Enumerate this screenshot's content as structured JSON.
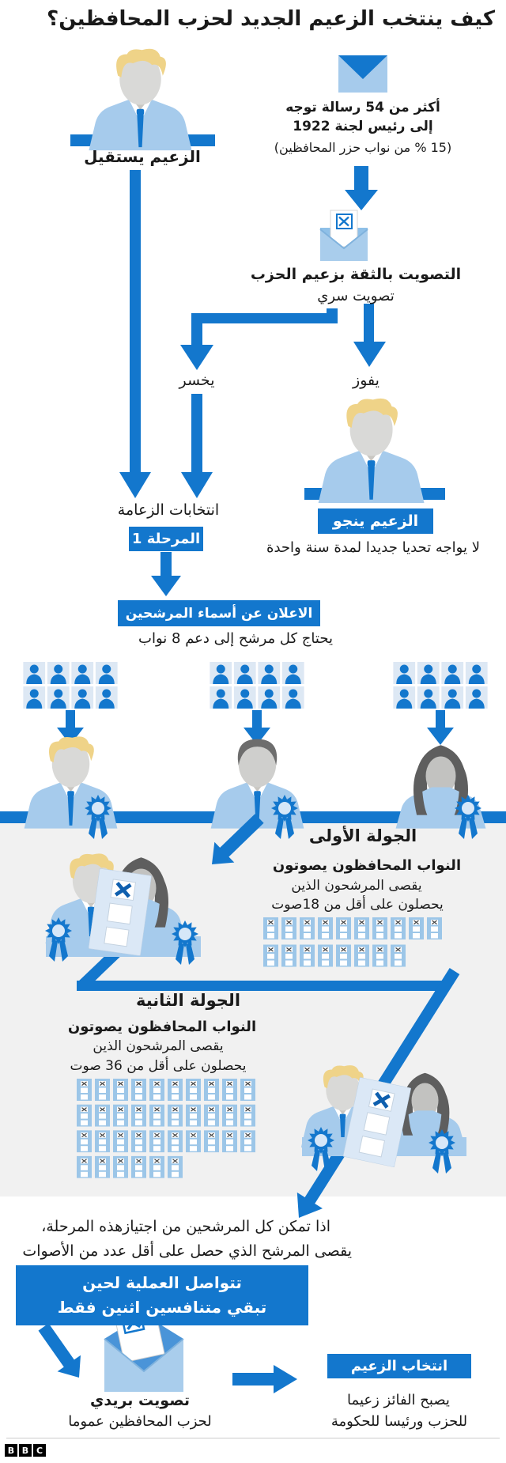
{
  "title": "كيف ينتخب الزعيم الجديد لحزب المحافظين؟",
  "leader_resigns": {
    "label": "الزعيم يستقيل"
  },
  "letters": {
    "line1": "أكثر من 54 رسالة توجه",
    "line2": "إلى رئيس لجنة 1922",
    "line3": "(15 % من نواب حزر المحافظين)"
  },
  "confidence": {
    "title": "التصويت بالثقة بزعيم الحزب",
    "subtitle": "تصويت سري"
  },
  "outcomes": {
    "lose": "يخسر",
    "win": "يفوز"
  },
  "survive": {
    "badge": "الزعيم ينجو",
    "note": "لا يواجه تحديا جديدا لمدة سنة واحدة"
  },
  "leadership_elections": {
    "label": "انتخابات الزعامة",
    "stage": "المرحلة 1"
  },
  "announcement": {
    "badge": "الاعلان عن أسماء المرشحين",
    "note": "يحتاج كل مرشح إلى دعم 8 نواب"
  },
  "supporters": {
    "groups": 3,
    "per_group": 8,
    "per_row": 4
  },
  "round1": {
    "title": "الجولة الأولى",
    "voters": "النواب المحافظون يصوتون",
    "rule1": "يقصى المرشحون الذين",
    "rule2": "يحصلون على أقل من 18صوت",
    "ballot_rows": [
      10,
      8
    ]
  },
  "round2": {
    "title": "الجولة الثانية",
    "voters": "النواب المحافظون يصوتون",
    "rule1": "يقصى المرشحون الذين",
    "rule2": "يحصلون على أقل من 36 صوت",
    "ballot_rows": [
      10,
      10,
      10,
      6
    ]
  },
  "tiebreak": {
    "line1": "اذا تمكن كل المرشحين من اجتيازهذه المرحلة،",
    "line2": "يقصى المرشح الذي حصل على أقل عدد من الأصوات"
  },
  "process": {
    "line1": "تتواصل العملية لحين",
    "line2": "تبقي متنافسين اثنين فقط"
  },
  "postal": {
    "title": "تصويت بريدي",
    "note": "لحزب المحافظين عموما"
  },
  "final": {
    "badge": "انتخاب الزعيم",
    "line1": "يصبح الفائز زعيما",
    "line2": "للحزب ورئيسا للحكومة"
  },
  "footer": {
    "letters": [
      "B",
      "B",
      "C"
    ]
  },
  "colors": {
    "blue": "#1377cd",
    "light_blue": "#a6cbec",
    "tile_bg": "#dde8f4",
    "ballot": "#9cc6e8",
    "panel": "#f1f1f1",
    "blond": "#efd388"
  }
}
